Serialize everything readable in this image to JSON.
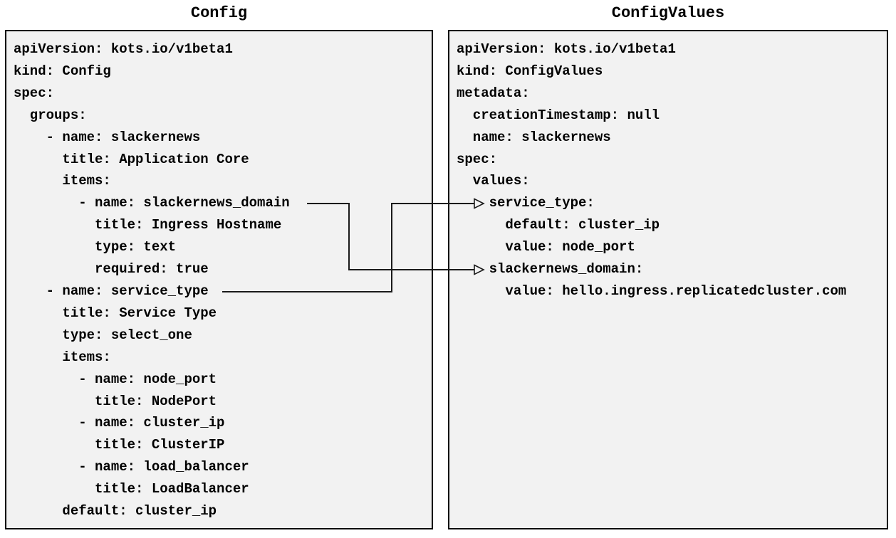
{
  "diagram": {
    "left_panel": {
      "title": "Config",
      "lines": [
        "apiVersion: kots.io/v1beta1",
        "kind: Config",
        "spec:",
        "  groups:",
        "    - name: slackernews",
        "      title: Application Core",
        "      items:",
        "        - name: slackernews_domain",
        "          title: Ingress Hostname",
        "          type: text",
        "          required: true",
        "    - name: service_type",
        "      title: Service Type",
        "      type: select_one",
        "      items:",
        "        - name: node_port",
        "          title: NodePort",
        "        - name: cluster_ip",
        "          title: ClusterIP",
        "        - name: load_balancer",
        "          title: LoadBalancer",
        "      default: cluster_ip"
      ]
    },
    "right_panel": {
      "title": "ConfigValues",
      "lines": [
        "apiVersion: kots.io/v1beta1",
        "kind: ConfigValues",
        "metadata:",
        "  creationTimestamp: null",
        "  name: slackernews",
        "spec:",
        "  values:",
        "    service_type:",
        "      default: cluster_ip",
        "      value: node_port",
        "    slackernews_domain:",
        "      value: hello.ingress.replicatedcluster.com"
      ]
    },
    "connections": [
      {
        "from": "slackernews_domain",
        "to": "slackernews_domain"
      },
      {
        "from": "service_type",
        "to": "service_type"
      }
    ],
    "colors": {
      "page_bg": "#ffffff",
      "panel_bg": "#f2f2f2",
      "border": "#000000",
      "text": "#000000",
      "arrow": "#1a1a1a"
    }
  }
}
